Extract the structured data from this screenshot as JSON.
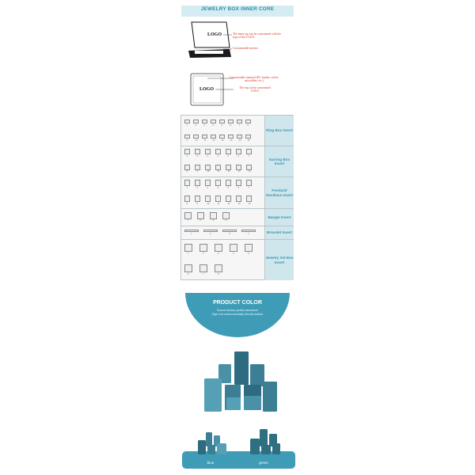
{
  "header": {
    "title": "JEWELRY BOX INNER CORE"
  },
  "diagram1": {
    "logo_text": "LOGO",
    "callout_1": "The inner top can be customized with the logo of the LOGO",
    "callout_2": "Customizable interior"
  },
  "diagram2": {
    "logo_text": "LOGO",
    "callout_1": "Customizable material (PU leather, velvet, microfiber, etc.)",
    "callout_2": "The top can be customized LOGO"
  },
  "insert_table": {
    "rows": [
      {
        "label": "Ring Box Insert",
        "numbers_top": [
          "1",
          "2",
          "3",
          "4",
          "5",
          "6",
          "7",
          "8"
        ],
        "numbers_bottom": [
          "9",
          "10",
          "11",
          "12",
          "13",
          "14",
          "15",
          "16"
        ]
      },
      {
        "label": "Earring Box Insert",
        "numbers_top": [
          "1",
          "2",
          "3",
          "4",
          "5",
          "6",
          "7"
        ],
        "numbers_bottom": [
          "8",
          "9",
          "10",
          "11",
          "12",
          "13",
          "14"
        ]
      },
      {
        "label": "Pendant/ Necklace Insert",
        "numbers_top": [
          "1",
          "2",
          "3",
          "4",
          "5",
          "6",
          "7"
        ],
        "numbers_bottom": [
          "8",
          "9",
          "10",
          "11",
          "12",
          "13",
          "14"
        ]
      },
      {
        "label": "Bangle Insert",
        "numbers_top": [
          "1",
          "2",
          "3",
          "4"
        ]
      },
      {
        "label": "Bracelet Insert",
        "numbers_top": [
          "1",
          "2",
          "3",
          "4"
        ]
      },
      {
        "label": "Jewelry Set Box Insert",
        "numbers_top": [
          "1",
          "2",
          "3",
          "4",
          "5"
        ],
        "numbers_bottom": [
          "6",
          "7",
          "8"
        ]
      }
    ]
  },
  "product_color": {
    "title": "PRODUCT COLOR",
    "subtitle_1": "Source factory quality assurance",
    "subtitle_2": "High end environmentally friendly leather"
  },
  "colors": {
    "accent": "#3f9cb7",
    "header_bg": "#d4ecf2",
    "callout_red": "#d43b2c",
    "box_blue": "#3c7f95"
  },
  "swatches": [
    {
      "label": "blue"
    },
    {
      "label": "green"
    }
  ]
}
